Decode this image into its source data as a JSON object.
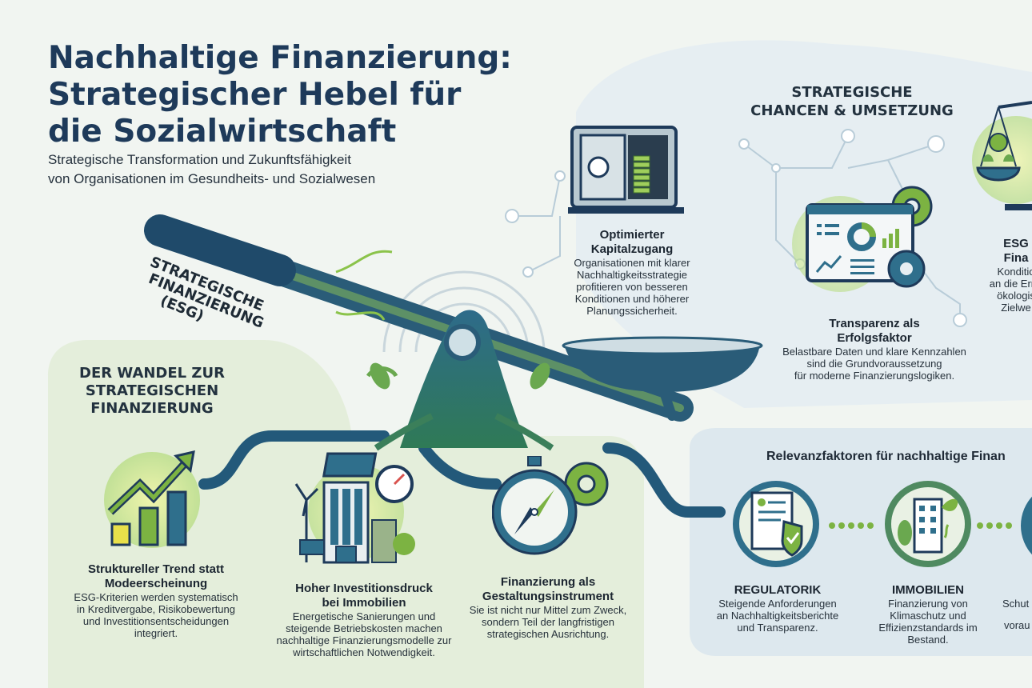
{
  "header": {
    "title_lines": [
      "Nachhaltige Finanzierung:",
      "Strategischer Hebel für",
      "die Sozialwirtschaft"
    ],
    "subtitle_lines": [
      "Strategische Transformation und Zukunftsfähigkeit",
      "von Organisationen im Gesundheits- und Sozialwesen"
    ]
  },
  "lever": {
    "label_lines": [
      "STRATEGISCHE",
      "FINANZIERUNG",
      "(ESG)"
    ]
  },
  "wandel": {
    "heading_lines": [
      "DER WANDEL ZUR",
      "STRATEGISCHEN",
      "FINANZIERUNG"
    ],
    "items": [
      {
        "icon": "growth-chart-icon",
        "title_lines": [
          "Struktureller Trend statt",
          "Modeerscheinung"
        ],
        "text_lines": [
          "ESG-Kriterien werden systematisch",
          "in Kreditvergabe, Risikobewertung",
          "und Investitionsentscheidungen",
          "integriert."
        ]
      },
      {
        "icon": "building-solar-icon",
        "title_lines": [
          "Hoher Investitionsdruck",
          "bei Immobilien"
        ],
        "text_lines": [
          "Energetische Sanierungen und",
          "steigende Betriebskosten machen",
          "nachhaltige Finanzierungsmodelle zur",
          "wirtschaftlichen Notwendigkeit."
        ]
      },
      {
        "icon": "compass-gear-icon",
        "title_lines": [
          "Finanzierung als",
          "Gestaltungsinstrument"
        ],
        "text_lines": [
          "Sie ist nicht nur Mittel zum Zweck,",
          "sondern Teil der langfristigen",
          "strategischen Ausrichtung."
        ]
      }
    ]
  },
  "chancen": {
    "heading_lines": [
      "STRATEGISCHE",
      "CHANCEN & UMSETZUNG"
    ],
    "items": [
      {
        "icon": "safe-icon",
        "title_lines": [
          "Optimierter",
          "Kapitalzugang"
        ],
        "text_lines": [
          "Organisationen mit klarer",
          "Nachhaltigkeitsstrategie",
          "profitieren von besseren",
          "Konditionen und höherer",
          "Planungssicherheit."
        ]
      },
      {
        "icon": "dashboard-icon",
        "title_lines": [
          "Transparenz als",
          "Erfolgsfaktor"
        ],
        "text_lines": [
          "Belastbare Daten und klare Kennzahlen",
          "sind die Grundvoraussetzung",
          "für moderne Finanzierungslogiken."
        ]
      },
      {
        "icon": "scale-icon",
        "title_lines": [
          "ESG",
          "Fina"
        ],
        "text_lines": [
          "Konditio",
          "an die Errei",
          "ökologis",
          "Zielwe"
        ]
      }
    ]
  },
  "relevanz": {
    "heading": "Relevanzfaktoren für nachhaltige Finan",
    "items": [
      {
        "icon": "document-shield-icon",
        "title": "REGULATORIK",
        "text_lines": [
          "Steigende Anforderungen",
          "an Nachhaltigkeitsberichte",
          "und Transparenz."
        ]
      },
      {
        "icon": "building-leaf-icon",
        "title": "IMMOBILIEN",
        "text_lines": [
          "Finanzierung von",
          "Klimaschutz und",
          "Effizienzstandards im",
          "Bestand."
        ]
      },
      {
        "icon": "partial-icon",
        "title": "",
        "text_lines": [
          "Schut",
          "vorau"
        ]
      }
    ]
  },
  "colors": {
    "navy": "#1e3a5a",
    "green": "#6aa84f",
    "light_green": "#d4e7b0",
    "teal": "#2f6f8c",
    "panel": "#e4eedb"
  }
}
